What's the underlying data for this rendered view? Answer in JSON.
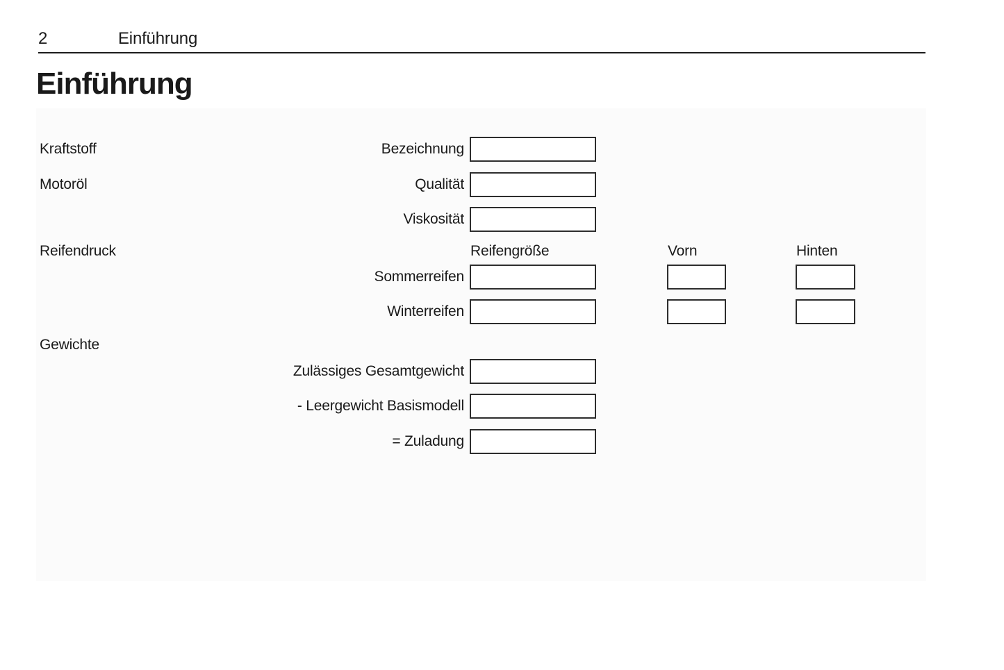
{
  "header": {
    "page_number": "2",
    "chapter": "Einführung"
  },
  "title": "Einführung",
  "colors": {
    "text": "#1a1a1a",
    "box_border": "#2d2d2d",
    "panel_background": "#fbfbfb",
    "rule": "#1c1c1c"
  },
  "form": {
    "categories": {
      "kraftstoff": "Kraftstoff",
      "motoroel": "Motoröl",
      "reifendruck": "Reifendruck",
      "gewichte": "Gewichte"
    },
    "tire_columns": {
      "size": "Reifengröße",
      "front": "Vorn",
      "rear": "Hinten"
    },
    "fields": {
      "bezeichnung": {
        "label": "Bezeichnung",
        "value": ""
      },
      "qualitaet": {
        "label": "Qualität",
        "value": ""
      },
      "viskositaet": {
        "label": "Viskosität",
        "value": ""
      },
      "sommerreifen": {
        "label": "Sommerreifen",
        "reifengroesse": "",
        "vorn": "",
        "hinten": ""
      },
      "winterreifen": {
        "label": "Winterreifen",
        "reifengroesse": "",
        "vorn": "",
        "hinten": ""
      },
      "gesamtgewicht": {
        "label": "Zulässiges Gesamtgewicht",
        "value": ""
      },
      "leergewicht": {
        "label": "- Leergewicht Basismodell",
        "value": ""
      },
      "zuladung": {
        "label": "= Zuladung",
        "value": ""
      }
    }
  }
}
